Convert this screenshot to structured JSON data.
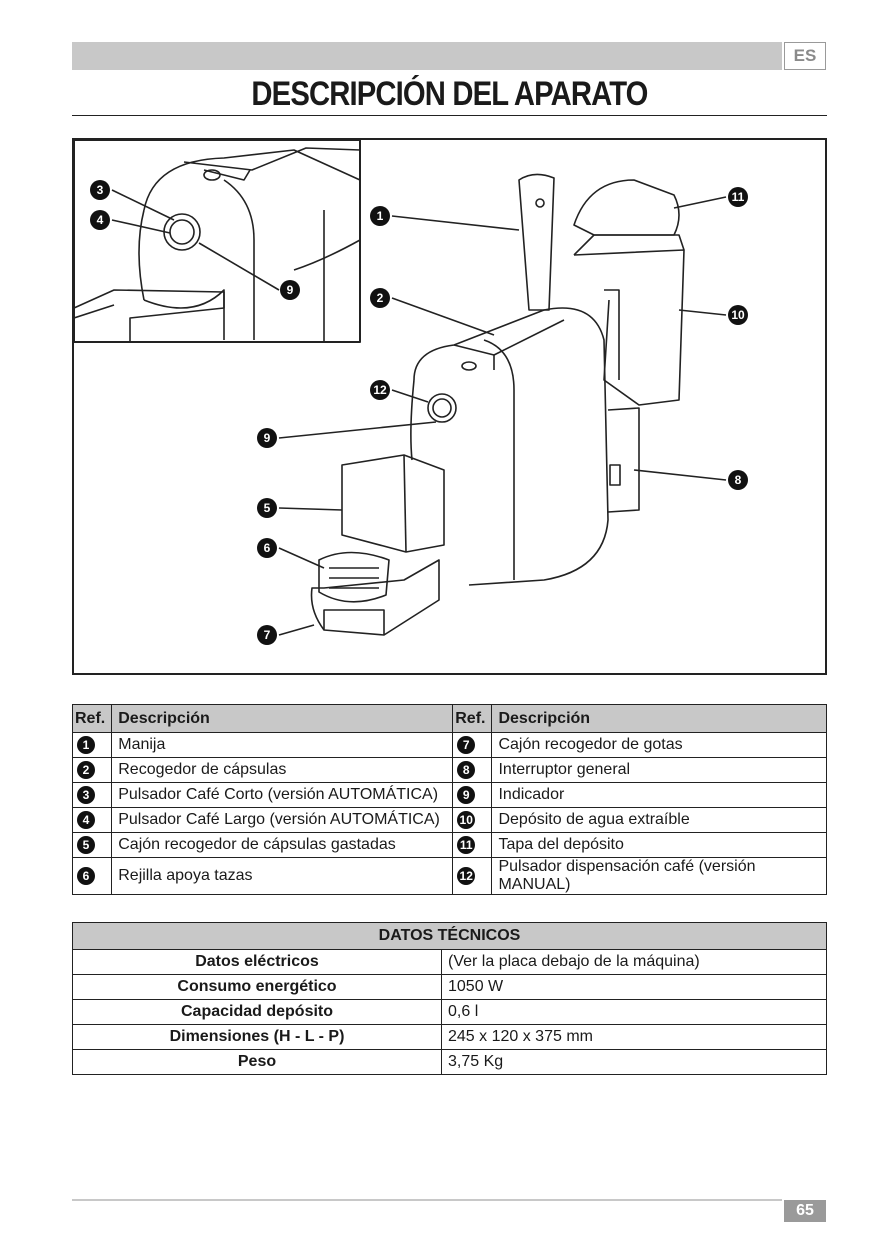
{
  "header": {
    "language": "ES",
    "title": "DESCRIPCIÓN DEL APARATO"
  },
  "figure": {
    "callouts": [
      "1",
      "2",
      "3",
      "4",
      "5",
      "6",
      "7",
      "8",
      "9",
      "9",
      "10",
      "11",
      "12"
    ]
  },
  "parts_table": {
    "col_ref": "Ref.",
    "col_desc": "Descripción",
    "left": [
      {
        "num": "1",
        "desc": "Manija"
      },
      {
        "num": "2",
        "desc": "Recogedor de cápsulas"
      },
      {
        "num": "3",
        "desc": "Pulsador Café Corto (versión AUTOMÁTICA)"
      },
      {
        "num": "4",
        "desc": "Pulsador Café Largo (versión AUTOMÁTICA)"
      },
      {
        "num": "5",
        "desc": "Cajón recogedor de cápsulas gastadas"
      },
      {
        "num": "6",
        "desc": "Rejilla apoya tazas"
      }
    ],
    "right": [
      {
        "num": "7",
        "desc": "Cajón recogedor de gotas"
      },
      {
        "num": "8",
        "desc": "Interruptor general"
      },
      {
        "num": "9",
        "desc": "Indicador"
      },
      {
        "num": "10",
        "desc": "Depósito de agua extraíble"
      },
      {
        "num": "11",
        "desc": "Tapa del depósito"
      },
      {
        "num": "12",
        "desc": "Pulsador dispensación café (versión MANUAL)"
      }
    ]
  },
  "tech_table": {
    "title": "DATOS TÉCNICOS",
    "rows": [
      {
        "label": "Datos eléctricos",
        "value": "(Ver la placa debajo de la máquina)"
      },
      {
        "label": "Consumo energético",
        "value": "1050 W"
      },
      {
        "label": "Capacidad depósito",
        "value": "0,6 l"
      },
      {
        "label": "Dimensiones (H - L - P)",
        "value": "245 x 120 x 375 mm"
      },
      {
        "label": "Peso",
        "value": "3,75 Kg"
      }
    ]
  },
  "footer": {
    "page_number": "65"
  }
}
